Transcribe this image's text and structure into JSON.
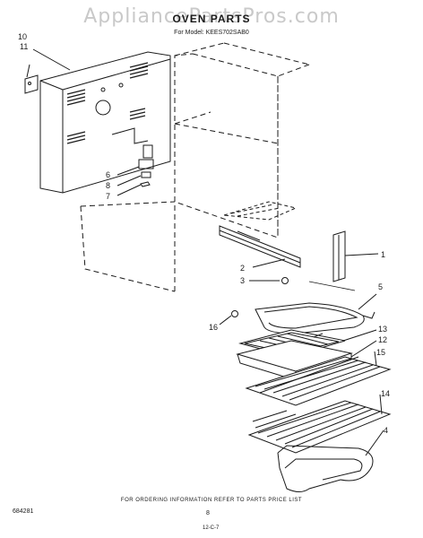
{
  "watermark": "AppliancePartsPros.com",
  "title": "OVEN PARTS",
  "model_line": "For Model: KEES702SAB0",
  "footer_note": "FOR ORDERING INFORMATION REFER TO PARTS PRICE LIST",
  "doc_number": "684281",
  "page_number": "8",
  "date_code": "12-C-7",
  "callouts": {
    "c1": "1",
    "c2": "2",
    "c3": "3",
    "c4": "4",
    "c5": "5",
    "c6": "6",
    "c7": "7",
    "c8": "8",
    "c10": "10",
    "c11": "11",
    "c12": "12",
    "c13": "13",
    "c14": "14",
    "c15": "15",
    "c16": "16"
  }
}
